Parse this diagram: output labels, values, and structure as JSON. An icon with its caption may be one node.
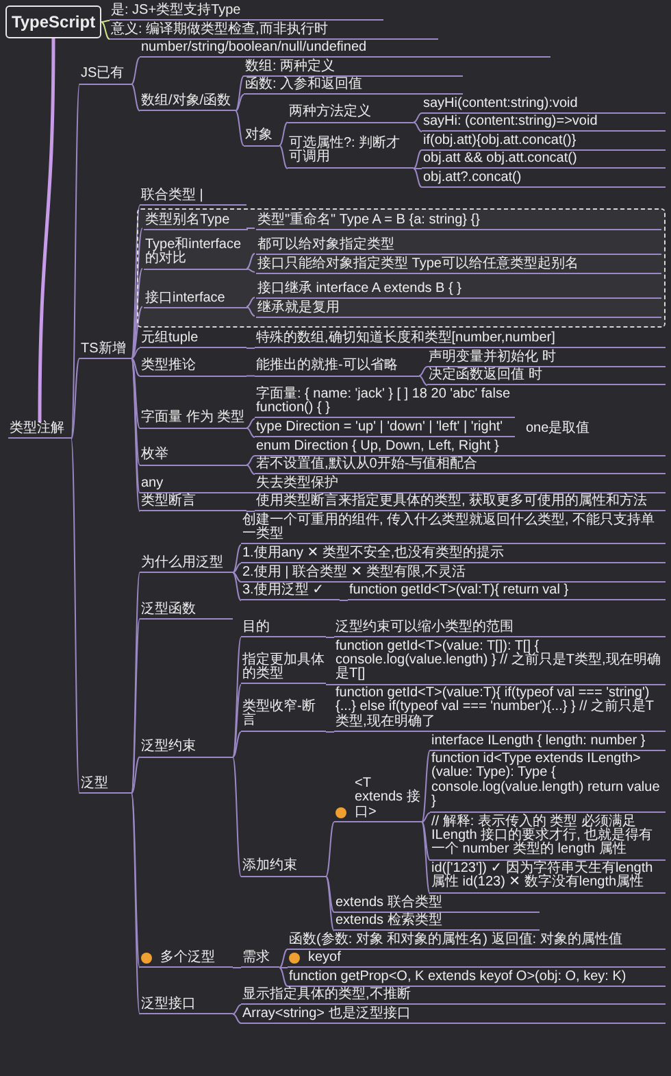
{
  "diagram": {
    "nodes": [
      {
        "text": [
          "TypeScript"
        ]
      },
      {
        "text": [
          "是: JS+类型支持Type"
        ]
      },
      {
        "text": [
          "意义: 编译期做类型检查,而非执行时"
        ]
      },
      {
        "text": [
          "类型注解"
        ]
      },
      {
        "text": [
          "JS已有"
        ]
      },
      {
        "text": [
          "number/string/boolean/null/undefined"
        ]
      },
      {
        "text": [
          "数组/对象/函数"
        ]
      },
      {
        "text": [
          "数组: 两种定义"
        ]
      },
      {
        "text": [
          "函数: 入参和返回值"
        ]
      },
      {
        "text": [
          "对象"
        ]
      },
      {
        "text": [
          "两种方法定义"
        ]
      },
      {
        "text": [
          "sayHi(content:string):void"
        ]
      },
      {
        "text": [
          "sayHi: (content:string)=>void"
        ]
      },
      {
        "text": [
          "可选属性?: 判断才可调用"
        ]
      },
      {
        "text": [
          "if(obj.att){obj.att.concat()}"
        ]
      },
      {
        "text": [
          "obj.att && obj.att.concat()"
        ]
      },
      {
        "text": [
          "obj.att?.concat()"
        ]
      },
      {
        "text": [
          "TS新增"
        ]
      },
      {
        "text": [
          "联合类型 |"
        ]
      },
      {
        "text": [],
        "shape": "box"
      },
      {
        "text": [
          "类型别名Type"
        ],
        "in": 19
      },
      {
        "text": [
          "类型\"重命名\" Type A = B {a: string} {}"
        ],
        "in": 19
      },
      {
        "text": [
          "Type和interface的对比"
        ],
        "in": 19
      },
      {
        "text": [
          "都可以给对象指定类型"
        ],
        "in": 19
      },
      {
        "text": [
          "接口只能给对象指定类型 Type可以给任意类型起别名"
        ],
        "in": 19
      },
      {
        "text": [
          "接口interface"
        ],
        "in": 19
      },
      {
        "text": [
          "接口继承 interface A extends B { }"
        ],
        "in": 19
      },
      {
        "text": [
          "继承就是复用"
        ],
        "in": 19
      },
      {
        "text": [
          "元组tuple"
        ]
      },
      {
        "text": [
          "特殊的数组,确切知道长度和类型[number,number]"
        ]
      },
      {
        "text": [
          "类型推论"
        ]
      },
      {
        "text": [
          "能推出的就推-可以省略"
        ]
      },
      {
        "text": [
          "声明变量并初始化 时"
        ]
      },
      {
        "text": [
          "决定函数返回值 时"
        ]
      },
      {
        "text": [
          "字面量 作为 类型"
        ]
      },
      {
        "text": [
          "字面量: { name: 'jack' } [ ] 18 20 'abc' false function() { }"
        ]
      },
      {
        "text": [
          "type Direction = 'up' | 'down' | 'left' | 'right'"
        ],
        "beside": [
          "one是取值"
        ]
      },
      {
        "text": [
          "枚举"
        ]
      },
      {
        "text": [
          "enum Direction { Up, Down, Left, Right }"
        ]
      },
      {
        "text": [
          "若不设置值,默认从0开始-与值相配合"
        ]
      },
      {
        "text": [
          "any"
        ]
      },
      {
        "text": [
          "失去类型保护"
        ]
      },
      {
        "text": [
          "类型断言"
        ]
      },
      {
        "text": [
          "使用类型断言来指定更具体的类型, 获取更多可使用的属性和方法"
        ]
      },
      {
        "text": [
          "泛型"
        ]
      },
      {
        "text": [
          "为什么用泛型"
        ]
      },
      {
        "text": [
          "创建一个可重用的组件, 传入什么类型就返回什么类型, 不能只支持单一类型"
        ]
      },
      {
        "text": [
          "1.使用any ✕ 类型不安全,也没有类型的提示"
        ]
      },
      {
        "text": [
          "2.使用 | 联合类型 ✕ 类型有限,不灵活"
        ]
      },
      {
        "text": [
          "3.使用泛型 ✓"
        ]
      },
      {
        "text": [
          "function getId<T>(val:T){ return val }"
        ]
      },
      {
        "text": [
          "泛型函数"
        ]
      },
      {
        "text": [
          "泛型约束"
        ]
      },
      {
        "text": [
          "目的"
        ]
      },
      {
        "text": [
          "泛型约束可以缩小类型的范围"
        ]
      },
      {
        "text": [
          "指定更加具体的类型"
        ]
      },
      {
        "text": [
          "function getId<T>(value: T[]): T[] { console.log(value.length) } // 之前只是T类型,现在明确是T[]"
        ]
      },
      {
        "text": [
          "类型收窄-断言"
        ]
      },
      {
        "text": [
          "function getId<T>(value:T){ if(typeof val === 'string'){...} else if(typeof val === 'number'){...} } // 之前只是T类型,现在明确了"
        ]
      },
      {
        "text": [
          "添加约束"
        ]
      },
      {
        "text": [
          "<T extends 接口>"
        ]
      },
      {
        "text": [
          "interface ILength { length: number }"
        ]
      },
      {
        "text": [
          "function id<Type extends ILength>(value: Type): Type { console.log(value.length) return value }"
        ]
      },
      {
        "text": [
          "// 解释: 表示传入的 类型 必须满足 ILength 接口的要求才行, 也就是得有一个 number 类型的 length 属性"
        ]
      },
      {
        "text": [
          "id(['123']) ✓ 因为字符串天生有length属性 id(123) ✕ 数字没有length属性"
        ]
      },
      {
        "text": [
          "extends 联合类型"
        ]
      },
      {
        "text": [
          "extends 检索类型"
        ]
      },
      {
        "text": [
          "多个泛型"
        ]
      },
      {
        "text": [
          "需求"
        ]
      },
      {
        "text": [
          "函数(参数: 对象 和对象的属性名) 返回值: 对象的属性值"
        ]
      },
      {
        "text": [
          "keyof"
        ]
      },
      {
        "text": [
          "function getProp<O, K extends keyof O>(obj: O, key: K)"
        ]
      },
      {
        "text": [
          "泛型接口"
        ]
      },
      {
        "text": [
          "显示指定具体的类型,不推断"
        ]
      },
      {
        "text": [
          "Array<string> 也是泛型接口"
        ]
      }
    ],
    "edges": [
      {
        "from": 0,
        "to": 1,
        "arrow": "none",
        "color": "#cfe58a"
      },
      {
        "from": 0,
        "to": 2,
        "arrow": "none",
        "color": "#cfe58a"
      },
      {
        "from": 0,
        "to": 3,
        "arrow": "none",
        "style": "thick",
        "color": "#c89be8"
      },
      {
        "from": 3,
        "to": 4,
        "arrow": "none"
      },
      {
        "from": 4,
        "to": 5,
        "arrow": "none"
      },
      {
        "from": 4,
        "to": 6,
        "arrow": "none"
      },
      {
        "from": 6,
        "to": 7,
        "arrow": "none"
      },
      {
        "from": 6,
        "to": 8,
        "arrow": "none"
      },
      {
        "from": 6,
        "to": 9,
        "arrow": "none"
      },
      {
        "from": 9,
        "to": 10,
        "arrow": "none"
      },
      {
        "from": 10,
        "to": 11,
        "arrow": "none"
      },
      {
        "from": 10,
        "to": 12,
        "arrow": "none"
      },
      {
        "from": 9,
        "to": 13,
        "arrow": "none"
      },
      {
        "from": 13,
        "to": 14,
        "arrow": "none"
      },
      {
        "from": 13,
        "to": 15,
        "arrow": "none"
      },
      {
        "from": 13,
        "to": 16,
        "arrow": "none"
      },
      {
        "from": 3,
        "to": 17,
        "arrow": "none"
      },
      {
        "from": 17,
        "to": 18,
        "arrow": "none"
      },
      {
        "from": 17,
        "to": 20,
        "arrow": "none"
      },
      {
        "from": 20,
        "to": 21,
        "arrow": "none"
      },
      {
        "from": 17,
        "to": 22,
        "arrow": "none"
      },
      {
        "from": 22,
        "to": 23,
        "arrow": "none"
      },
      {
        "from": 22,
        "to": 24,
        "arrow": "none"
      },
      {
        "from": 17,
        "to": 25,
        "arrow": "none"
      },
      {
        "from": 25,
        "to": 26,
        "arrow": "none"
      },
      {
        "from": 25,
        "to": 27,
        "arrow": "none"
      },
      {
        "from": 17,
        "to": 28,
        "arrow": "none"
      },
      {
        "from": 28,
        "to": 29,
        "arrow": "none"
      },
      {
        "from": 17,
        "to": 30,
        "arrow": "none"
      },
      {
        "from": 30,
        "to": 31,
        "arrow": "none"
      },
      {
        "from": 31,
        "to": 32,
        "arrow": "none"
      },
      {
        "from": 31,
        "to": 33,
        "arrow": "none"
      },
      {
        "from": 17,
        "to": 34,
        "arrow": "none"
      },
      {
        "from": 34,
        "to": 35,
        "arrow": "none"
      },
      {
        "from": 34,
        "to": 36,
        "arrow": "none"
      },
      {
        "from": 17,
        "to": 37,
        "arrow": "none"
      },
      {
        "from": 37,
        "to": 38,
        "arrow": "none"
      },
      {
        "from": 37,
        "to": 39,
        "arrow": "none"
      },
      {
        "from": 17,
        "to": 40,
        "arrow": "none"
      },
      {
        "from": 40,
        "to": 41,
        "arrow": "none"
      },
      {
        "from": 17,
        "to": 42,
        "arrow": "none"
      },
      {
        "from": 42,
        "to": 43,
        "arrow": "none"
      },
      {
        "from": 3,
        "to": 44,
        "arrow": "none"
      },
      {
        "from": 44,
        "to": 45,
        "arrow": "none"
      },
      {
        "from": 45,
        "to": 46,
        "arrow": "none"
      },
      {
        "from": 45,
        "to": 47,
        "arrow": "none"
      },
      {
        "from": 45,
        "to": 48,
        "arrow": "none"
      },
      {
        "from": 45,
        "to": 49,
        "arrow": "none"
      },
      {
        "from": 49,
        "to": 50,
        "arrow": "none"
      },
      {
        "from": 44,
        "to": 51,
        "arrow": "none"
      },
      {
        "from": 44,
        "to": 52,
        "arrow": "none"
      },
      {
        "from": 52,
        "to": 53,
        "arrow": "none"
      },
      {
        "from": 53,
        "to": 54,
        "arrow": "none"
      },
      {
        "from": 52,
        "to": 55,
        "arrow": "none"
      },
      {
        "from": 55,
        "to": 56,
        "arrow": "none"
      },
      {
        "from": 52,
        "to": 57,
        "arrow": "none"
      },
      {
        "from": 57,
        "to": 58,
        "arrow": "none"
      },
      {
        "from": 52,
        "to": 59,
        "arrow": "none"
      },
      {
        "from": 59,
        "to": 60,
        "arrow": "none"
      },
      {
        "from": 60,
        "to": 61,
        "arrow": "none"
      },
      {
        "from": 60,
        "to": 62,
        "arrow": "none"
      },
      {
        "from": 60,
        "to": 63,
        "arrow": "none"
      },
      {
        "from": 60,
        "to": 64,
        "arrow": "none"
      },
      {
        "from": 59,
        "to": 65,
        "arrow": "none"
      },
      {
        "from": 59,
        "to": 66,
        "arrow": "none"
      },
      {
        "from": 44,
        "to": 67,
        "arrow": "none"
      },
      {
        "from": 67,
        "to": 68,
        "arrow": "none"
      },
      {
        "from": 68,
        "to": 69,
        "arrow": "none"
      },
      {
        "from": 68,
        "to": 70,
        "arrow": "none"
      },
      {
        "from": 68,
        "to": 71,
        "arrow": "none"
      },
      {
        "from": 44,
        "to": 72,
        "arrow": "none"
      },
      {
        "from": 72,
        "to": 73,
        "arrow": "none"
      },
      {
        "from": 72,
        "to": 74,
        "arrow": "none"
      }
    ]
  }
}
